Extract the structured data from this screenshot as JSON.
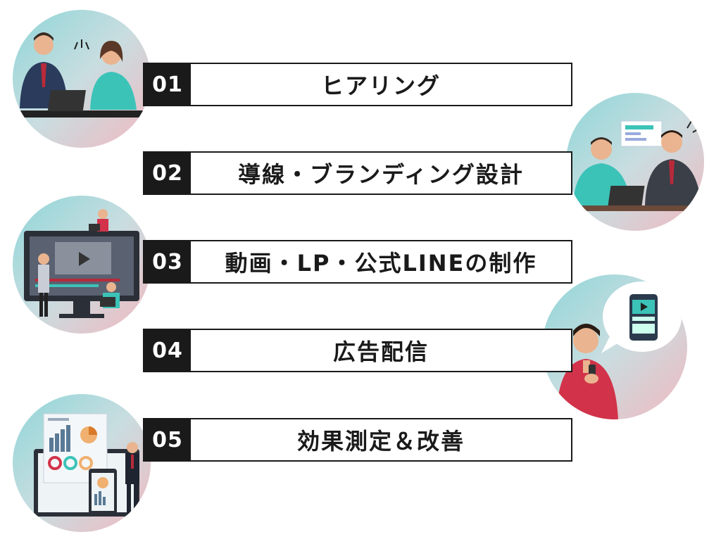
{
  "steps": [
    {
      "number": "01",
      "label": "ヒアリング"
    },
    {
      "number": "02",
      "label": "導線・ブランディング設計"
    },
    {
      "number": "03",
      "label": "動画・LP・公式LINEの制作"
    },
    {
      "number": "04",
      "label": "広告配信"
    },
    {
      "number": "05",
      "label": "効果測定＆改善"
    }
  ],
  "illustrations": [
    {
      "icon": "hearing-meeting-illustration"
    },
    {
      "icon": "design-meeting-illustration"
    },
    {
      "icon": "video-production-illustration"
    },
    {
      "icon": "smartphone-ad-illustration"
    },
    {
      "icon": "analytics-dashboard-illustration"
    }
  ],
  "colors": {
    "dark": "#1a1a1a",
    "teal": "#3cc3b8",
    "red": "#d2334a",
    "navy": "#2a3b5c",
    "gradient_start": "#8fd6d8",
    "gradient_end": "#f0b9c0"
  }
}
